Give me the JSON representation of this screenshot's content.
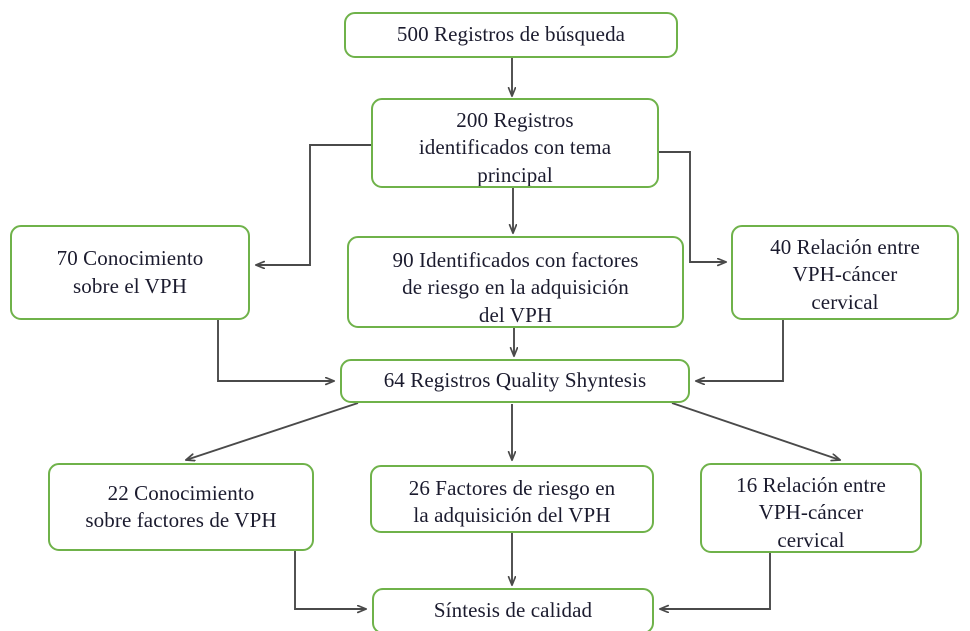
{
  "diagram": {
    "type": "flowchart",
    "title": "",
    "accent_color": "#6fb24a",
    "edge_color": "#4a4a4a",
    "text_color": "#1b1b2e",
    "background": "#ffffff",
    "nodes": [
      {
        "id": "search",
        "label": "500 Registros de búsqueda",
        "lines": [
          "500 Registros de búsqueda"
        ]
      },
      {
        "id": "identified",
        "label": "200 Registros identificados con tema",
        "lines": [
          "200 Registros",
          "identificados con tema",
          "principal"
        ]
      },
      {
        "id": "knowledge70",
        "label": "70 Conocimiento sobre el VPH",
        "lines": [
          "70 Conocimiento",
          "sobre el VPH"
        ]
      },
      {
        "id": "risk90",
        "label": "90 Identificados con factores de riesgo en la adquisición del VPH",
        "lines": [
          "90 Identificados con factores",
          "de riesgo en la adquisición",
          "del VPH"
        ]
      },
      {
        "id": "relation40",
        "label": "40 Relación entre VPH-cáncer",
        "lines": [
          "40 Relación entre",
          "VPH-cáncer",
          "cervical"
        ]
      },
      {
        "id": "quality64",
        "label": "64 Registros Quality Shyntesis",
        "lines": [
          "64 Registros Quality Shyntesis"
        ]
      },
      {
        "id": "knowledge22",
        "label": "22 Conocimiento sobre factores de VPH",
        "lines": [
          "22 Conocimiento",
          "sobre factores de VPH"
        ]
      },
      {
        "id": "risk26",
        "label": "26 Factores de riesgo en la adquisición del VPH",
        "lines": [
          "26 Factores de riesgo en",
          "la adquisición del VPH"
        ]
      },
      {
        "id": "relation16",
        "label": "16 Relación entre VPH-cáncer",
        "lines": [
          "16 Relación entre",
          "VPH-cáncer",
          "cervical"
        ]
      },
      {
        "id": "synthesis",
        "label": "Síntesis de calidad",
        "lines": [
          "Síntesis de calidad"
        ]
      }
    ],
    "edges": [
      {
        "from": "search",
        "to": "identified",
        "style": "straight-down"
      },
      {
        "from": "identified",
        "to": "knowledge70",
        "style": "elbow-left"
      },
      {
        "from": "identified",
        "to": "risk90",
        "style": "straight-down"
      },
      {
        "from": "identified",
        "to": "relation40",
        "style": "elbow-right"
      },
      {
        "from": "knowledge70",
        "to": "quality64",
        "style": "elbow-down-right"
      },
      {
        "from": "risk90",
        "to": "quality64",
        "style": "straight-down"
      },
      {
        "from": "relation40",
        "to": "quality64",
        "style": "elbow-down-left"
      },
      {
        "from": "quality64",
        "to": "knowledge22",
        "style": "diagonal-left"
      },
      {
        "from": "quality64",
        "to": "risk26",
        "style": "straight-down"
      },
      {
        "from": "quality64",
        "to": "relation16",
        "style": "diagonal-right"
      },
      {
        "from": "knowledge22",
        "to": "synthesis",
        "style": "elbow-down-right"
      },
      {
        "from": "risk26",
        "to": "synthesis",
        "style": "straight-down"
      },
      {
        "from": "relation16",
        "to": "synthesis",
        "style": "elbow-down-left"
      }
    ]
  }
}
